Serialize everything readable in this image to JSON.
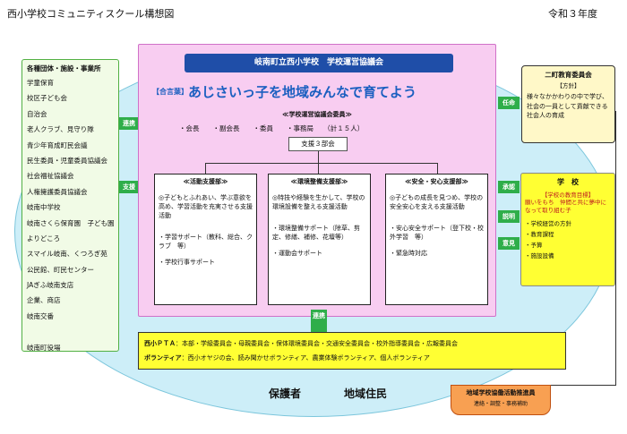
{
  "header": {
    "title": "西小学校コミュニティスクール構想図",
    "year": "令和３年度"
  },
  "left_box": {
    "heading": "各種団体・施設・事業所",
    "items": [
      "学童保育",
      "校区子ども会",
      "自治会",
      "老人クラブ、見守り隊",
      "青少年育成町民会議",
      "民生委員・児童委員協議会",
      "社会福祉協議会",
      "人権擁護委員協議会",
      "岐南中学校",
      "岐南さくら保育園　子ども園",
      "よりどころ",
      "スマイル岐南、くつろぎ苑",
      "公民館、町民センター",
      "JAぎふ岐南支店",
      "企業、商店",
      "岐南交番",
      "",
      "岐南町役場"
    ]
  },
  "council": {
    "title": "岐南町立西小学校　学校運営協議会",
    "motto_tag": "【合言葉】",
    "motto": "あじさいっ子を地域みんなで育てよう",
    "members_heading": "≪学校運営協議会委員≫",
    "members": "・会長　　・副会長　　・委員　　・事務局　　（計１５人）",
    "support_label": "支援３部会"
  },
  "departments": [
    {
      "name": "≪活動支援部≫",
      "desc": "◎子どもとふれあい、学ぶ意欲を高め、学習活動を充実させる支援活動",
      "items": [
        "・学習サポート（教科、総合、クラブ　等）",
        "・学校行事サポート"
      ]
    },
    {
      "name": "≪環境整備支援部≫",
      "desc": "◎特技や経験を生かして、学校の環境設備を整える支援活動",
      "items": [
        "・環境整備サポート（除草、剪定、修繕、補修、花壇等）",
        "・運動会サポート"
      ]
    },
    {
      "name": "≪安全・安心支援部≫",
      "desc": "◎子どもの成長を見つめ、学校の安全安心を支える支援活動",
      "items": [
        "・安心安全サポート（登下校・校外学習　等）",
        "・緊急時対応"
      ]
    }
  ],
  "board": {
    "heading": "二町教育委員会",
    "sub": "【方針】",
    "text": "様々なかかわりの中で学び、社会の一員として貢献できる社会人の育成"
  },
  "school": {
    "heading": "学　校",
    "sub": "【学校の教育目標】",
    "goal": "願いをもち　仲間と共に夢中になって取り組む子",
    "items": [
      "・学校経営の方針",
      "・教育課程",
      "・予算",
      "・施設設備"
    ]
  },
  "arrows": {
    "renkei_left": "連携",
    "shien_left": "支援",
    "ninmei": "任命",
    "shonin": "承認",
    "setsumei": "説明",
    "iken": "意見",
    "renkei_bottom": "連携"
  },
  "pta": {
    "pta_label": "西小ＰＴＡ",
    "pta_text": "：本部・学級委員会・母親委員会・保体環境委員会・交通安全委員会・校外指導委員会・広報委員会",
    "vol_label": "ボランティア",
    "vol_text": "：西小オヤジの会、読み聞かせボランティア、農業体験ボランティア、個人ボランティア"
  },
  "footer": {
    "guardians": "保護者",
    "residents": "地域住民"
  },
  "promoter": {
    "heading": "地域学校協働活動推進員",
    "sub": "連絡・調整・事務補助"
  }
}
